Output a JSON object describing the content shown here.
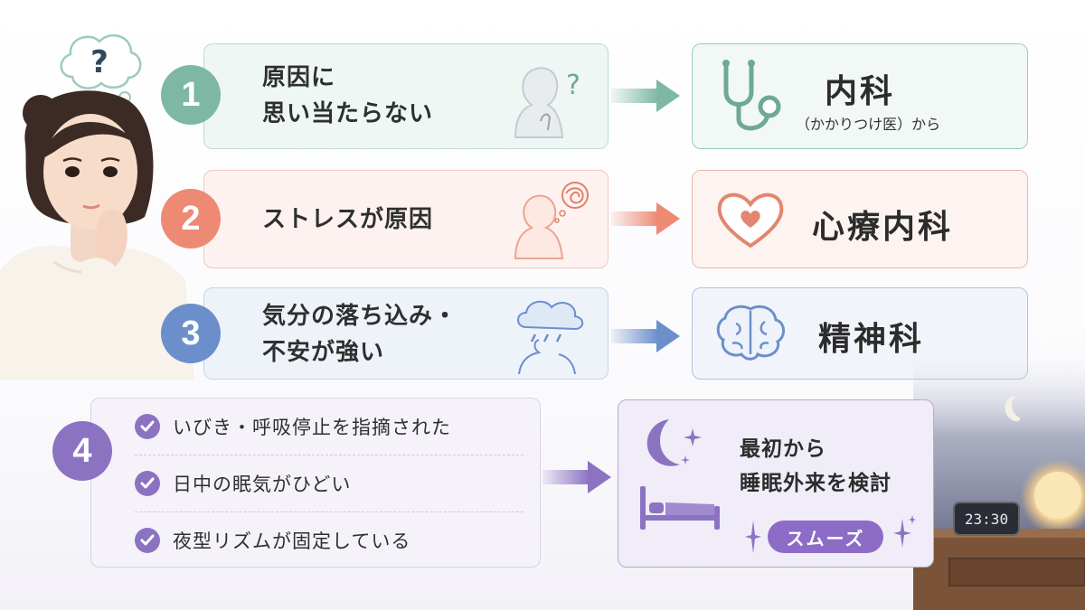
{
  "rows": [
    {
      "number": "1",
      "line1": "原因に",
      "line2": "思い当たらない",
      "dest_title": "内科",
      "dest_sub": "（かかりつけ医）から",
      "color": "#7fb7a6"
    },
    {
      "number": "2",
      "line1": "ストレスが原因",
      "dest_title": "心療内科",
      "color": "#ee8a73"
    },
    {
      "number": "3",
      "line1": "気分の落ち込み・",
      "line2": "不安が強い",
      "dest_title": "精神科",
      "color": "#6c8fcb"
    }
  ],
  "row4": {
    "number": "4",
    "color": "#8c73c2",
    "checks": [
      "いびき・呼吸停止を指摘された",
      "日中の眠気がひどい",
      "夜型リズムが固定している"
    ],
    "dest_line1": "最初から",
    "dest_line2": "睡眠外来を検討",
    "pill": "スムーズ"
  },
  "clock_text": "23:30"
}
